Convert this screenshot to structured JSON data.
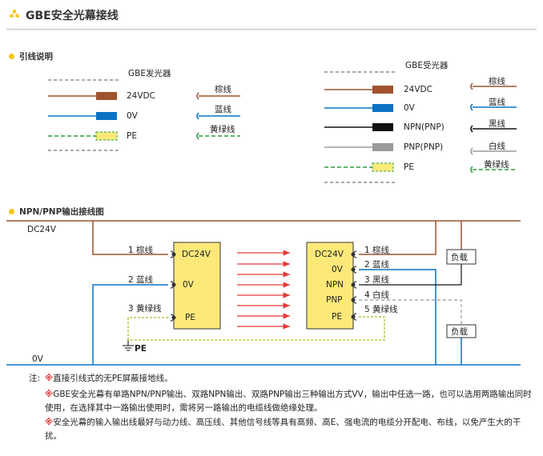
{
  "title": "GBE安全光幕接线",
  "section_wiring": "引线说明",
  "emitter": {
    "title": "GBE发光器",
    "rows": [
      {
        "terminal": "24VDC",
        "wire": "棕线",
        "color": "#a0522d"
      },
      {
        "terminal": "0V",
        "wire": "蓝线",
        "color": "#0b72c4"
      },
      {
        "terminal": "PE",
        "wire": "黄绿线",
        "color": "#2e9e3e"
      }
    ]
  },
  "receiver": {
    "title": "GBE受光器",
    "rows": [
      {
        "terminal": "24VDC",
        "wire": "棕线",
        "color": "#a0522d"
      },
      {
        "terminal": "0V",
        "wire": "蓝线",
        "color": "#0b72c4"
      },
      {
        "terminal": "NPN(PNP)",
        "wire": "黑线",
        "color": "#111111"
      },
      {
        "terminal": "PNP(PNP)",
        "wire": "白线",
        "color": "#9a9a9a"
      },
      {
        "terminal": "PE",
        "wire": "黄绿线",
        "color": "#2e9e3e"
      }
    ]
  },
  "section_output": "NPN/PNP输出接线图",
  "circuit": {
    "supply_label": "DC24V",
    "ground_label": "0V",
    "pe_label": "PE",
    "left_box": {
      "pins": [
        "DC24V",
        "0V",
        "PE"
      ],
      "wires": [
        "1 棕线",
        "2 蓝线",
        "3 黄绿线"
      ]
    },
    "right_box": {
      "pins": [
        "DC24V",
        "0V",
        "NPN",
        "PNP",
        "PE"
      ],
      "wires": [
        "1 棕线",
        "2 蓝线",
        "3 黑线",
        "4 白线",
        "5 黄绿线"
      ]
    },
    "load_label": "负载"
  },
  "notes": {
    "prefix": "注:",
    "mark": "※",
    "items": [
      "直接引线式的无PE屏蔽接地线。",
      "GBE安全光幕有单路NPN/PNP输出、双路NPN输出、双路PNP输出三种输出方式VV，输出中任选一路，也可以选用两路输出同时使用，在选择其中一路输出使用时，需将另一路输出的电缆线做绝缘处理。",
      "安全光幕的输入输出线最好与动力线、高压线、其他信号线等具有高频、高E、强电流的电缆分开配电、布线，以免产生大的干扰。"
    ]
  },
  "colors": {
    "accent": "#f3c613",
    "brown": "#a0522d",
    "blue": "#0b72c4",
    "green": "#2e9e3e",
    "box_fill": "#fde97a",
    "beam": "#e53935"
  }
}
